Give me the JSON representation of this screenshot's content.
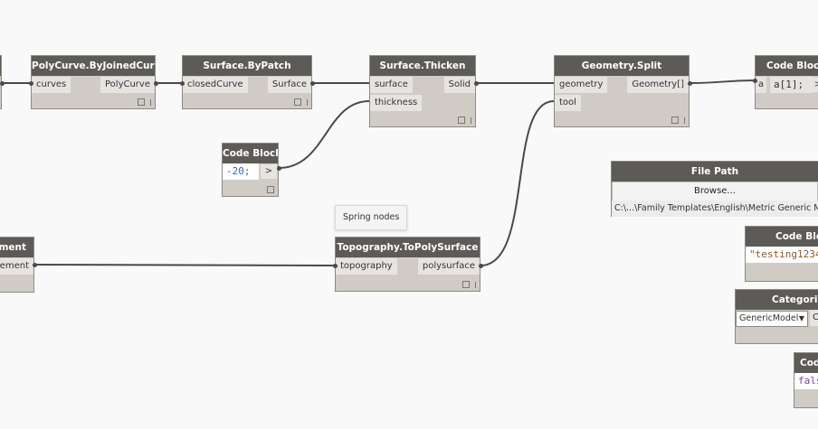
{
  "canvas": {
    "background": "#f9f9f9",
    "wire_color": "#4a4a4a"
  },
  "tooltip": {
    "text": "Spring nodes"
  },
  "nodes": {
    "polycurve_by_joined_curves": {
      "title": "PolyCurve.ByJoinedCurves",
      "input": "curves",
      "output": "PolyCurve"
    },
    "surface_by_patch": {
      "title": "Surface.ByPatch",
      "input": "closedCurve",
      "output": "Surface"
    },
    "surface_thicken": {
      "title": "Surface.Thicken",
      "input_1": "surface",
      "input_2": "thickness",
      "output": "Solid"
    },
    "geometry_split": {
      "title": "Geometry.Split",
      "input_1": "geometry",
      "input_2": "tool",
      "output": "Geometry[]"
    },
    "code_block_index": {
      "title": "Code Block",
      "input": "a",
      "code": "a[1];",
      "output": ">"
    },
    "code_block_thickness": {
      "title": "Code Block",
      "code": "-20;",
      "output": ">"
    },
    "element_node": {
      "title": "ment",
      "output": "lement"
    },
    "topography_to_polysurface": {
      "title": "Topography.ToPolySurface",
      "input": "topography",
      "output": "polysurface"
    },
    "file_path": {
      "title": "File Path",
      "button": "Browse...",
      "path": "C:\\...\\Family Templates\\English\\Metric Generic Mode"
    },
    "code_block_string": {
      "title": "Code Bloc",
      "code": "\"testing1234"
    },
    "categories": {
      "title": "Categories",
      "selected": "GenericModel",
      "output": "C"
    },
    "code_block_bool": {
      "title": "Code",
      "code": "fals"
    }
  }
}
